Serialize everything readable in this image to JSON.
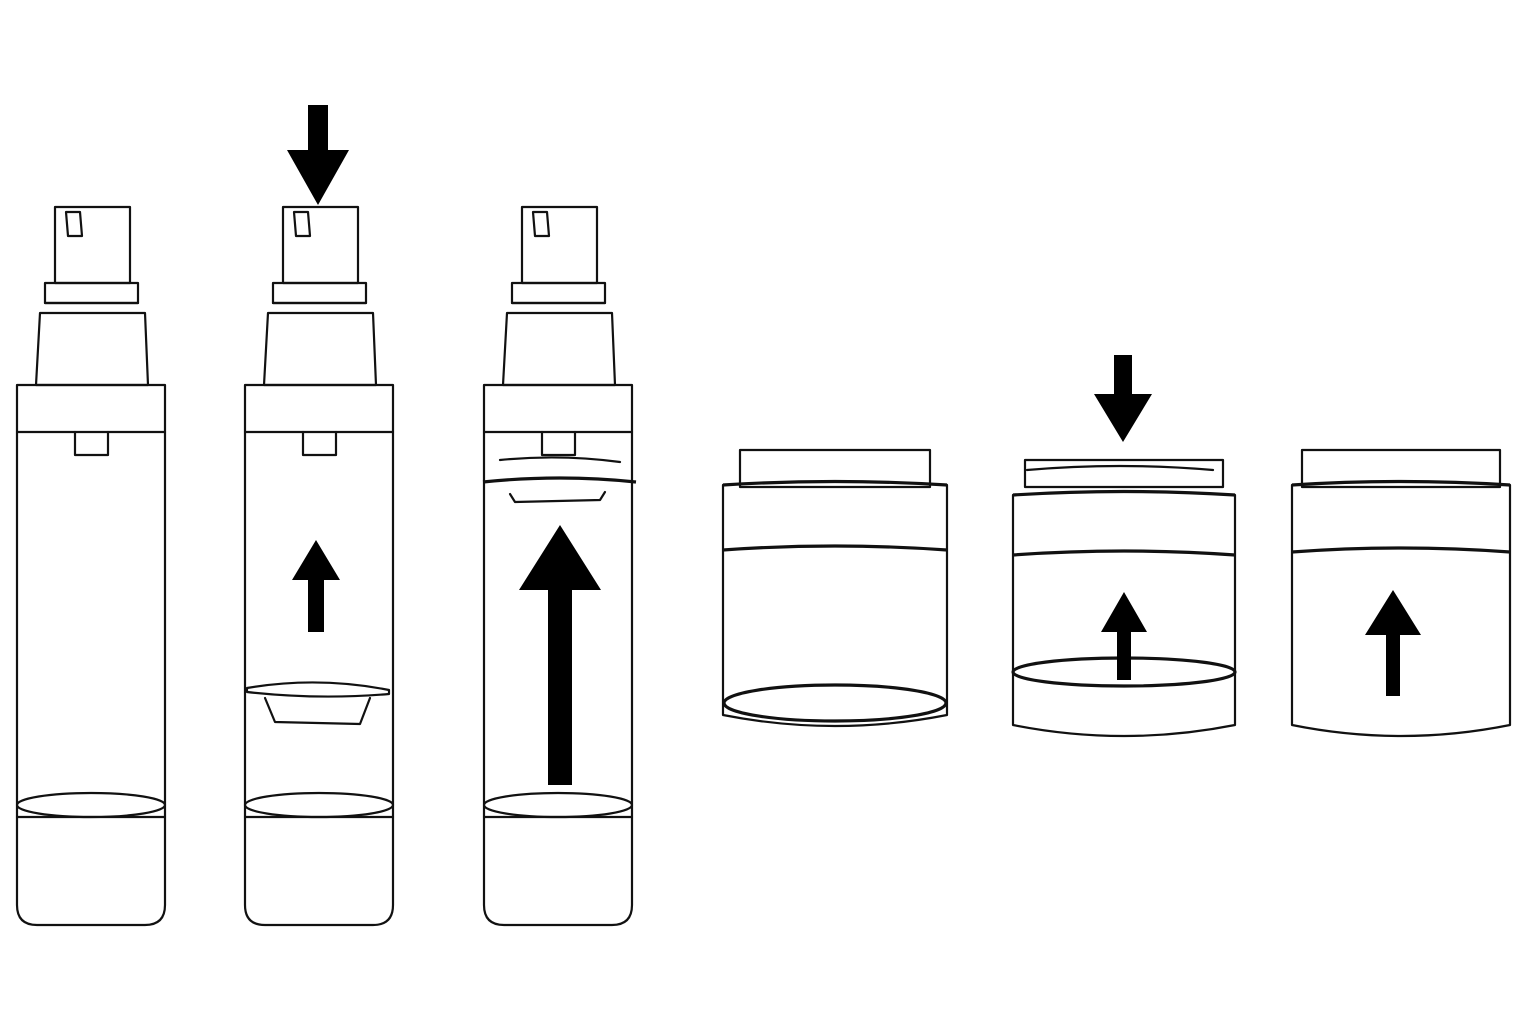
{
  "colors": {
    "stroke": "#111111",
    "arrow": "#000000",
    "background": "#ffffff"
  },
  "figures": [
    {
      "name": "airless-pump-bottle",
      "state": "at-rest",
      "arrows": []
    },
    {
      "name": "airless-pump-bottle",
      "state": "pump-pressed",
      "arrows": [
        "arrow-down-icon",
        "arrow-up-icon"
      ]
    },
    {
      "name": "airless-pump-bottle",
      "state": "piston-risen",
      "arrows": [
        "arrow-up-icon"
      ]
    },
    {
      "name": "airless-jar",
      "state": "at-rest",
      "arrows": []
    },
    {
      "name": "airless-jar",
      "state": "pump-pressed",
      "arrows": [
        "arrow-down-icon",
        "arrow-up-icon"
      ]
    },
    {
      "name": "airless-jar",
      "state": "piston-risen",
      "arrows": [
        "arrow-up-icon"
      ]
    }
  ]
}
